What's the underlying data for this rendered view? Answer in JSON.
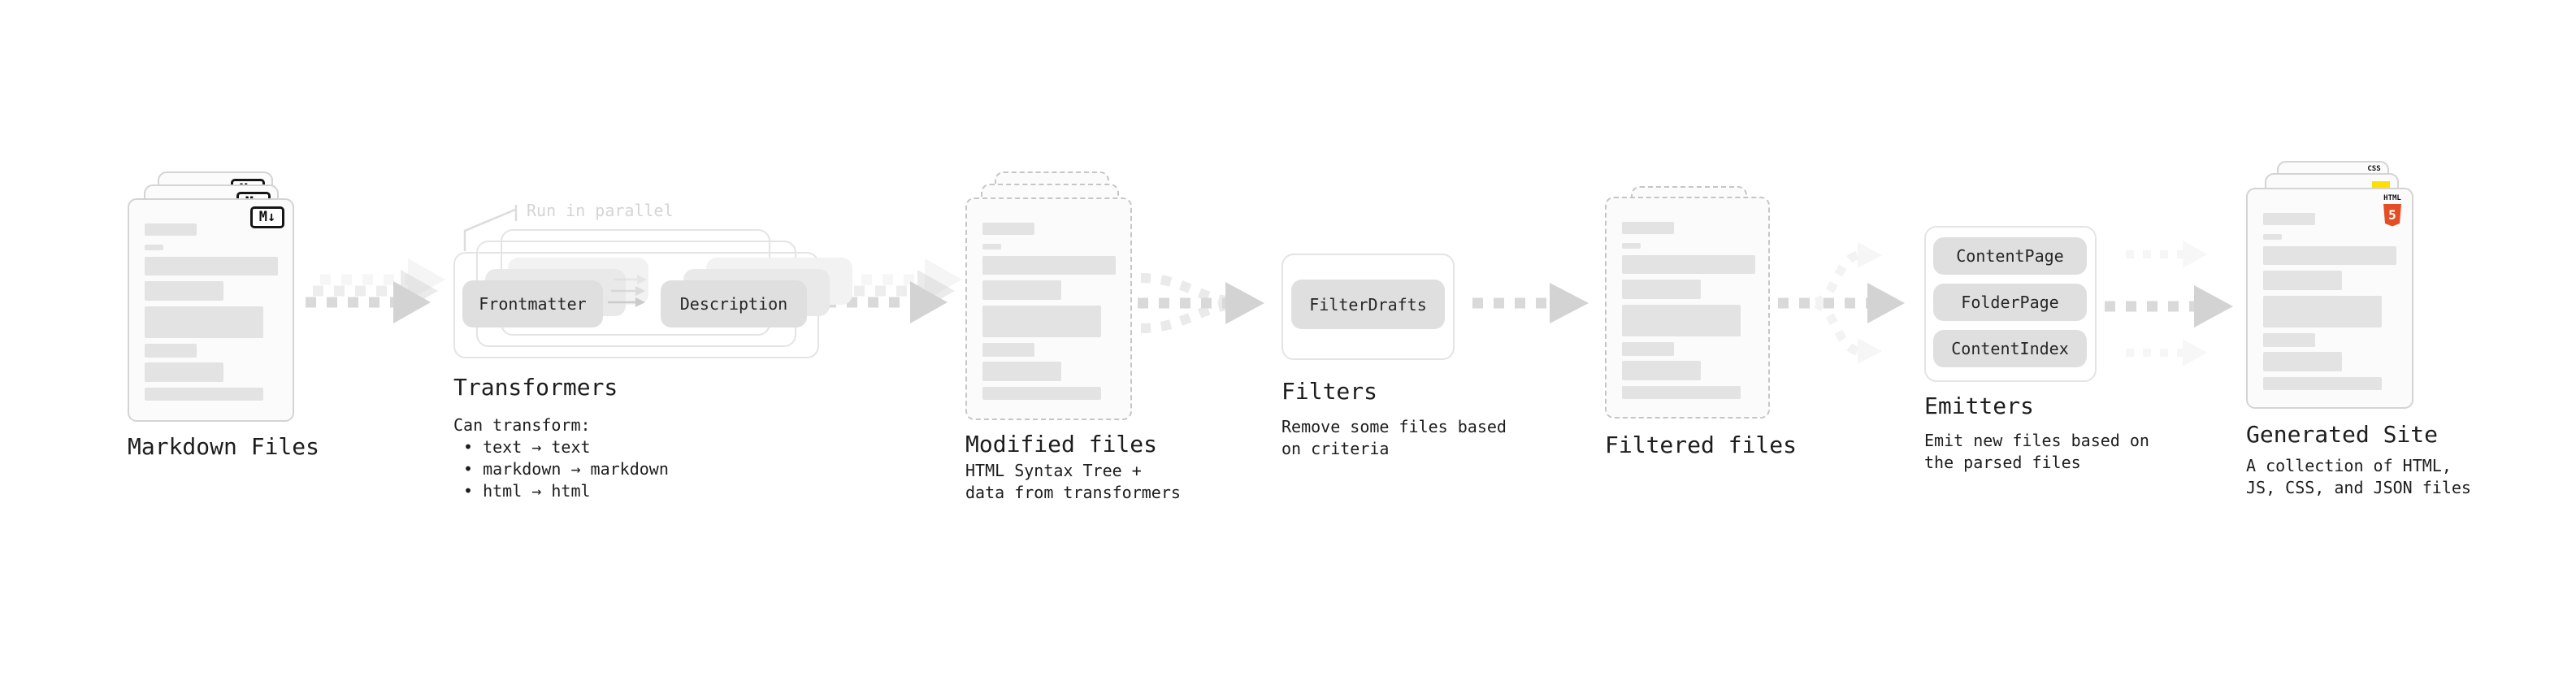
{
  "colors": {
    "background": "#ffffff",
    "text_dark": "#1d1d1d",
    "note_muted": "#d4d4d4",
    "card_border": "#d4d4d4",
    "dashed_border": "#c6c6c6",
    "card_bg": "#fbfbfb",
    "bar_fill": "#e3e3e3",
    "container_border": "#e4e4e4",
    "pill_bg": "#dfdfdf",
    "arrow_dash": "#d9d9d9",
    "arrow_head": "#d2d2d2",
    "html5_orange": "#e44d26",
    "js_yellow": "#ffdf00",
    "css_blue": "#2962e9"
  },
  "sections": {
    "markdown": {
      "title": "Markdown Files",
      "badge": "M↓"
    },
    "transformers": {
      "title": "Transformers",
      "note": "Run in parallel",
      "pills": [
        "Frontmatter",
        "Description"
      ],
      "desc_heading": "Can transform:",
      "bullets": [
        "• text → text",
        "• markdown → markdown",
        "• html → html"
      ]
    },
    "modified": {
      "title": "Modified files",
      "desc": [
        "HTML Syntax Tree +",
        "data from transformers"
      ]
    },
    "filters": {
      "title": "Filters",
      "pill": "FilterDrafts",
      "desc": [
        "Remove some files based",
        "on criteria"
      ]
    },
    "filtered": {
      "title": "Filtered files"
    },
    "emitters": {
      "title": "Emitters",
      "pills": [
        "ContentPage",
        "FolderPage",
        "ContentIndex"
      ],
      "desc": [
        "Emit new files based on",
        "the parsed files"
      ]
    },
    "generated": {
      "title": "Generated Site",
      "desc": [
        "A collection of HTML,",
        "JS, CSS, and JSON files"
      ],
      "badges": {
        "html5_label": "HTML",
        "html5_number": "5",
        "css": "CSS"
      }
    }
  }
}
